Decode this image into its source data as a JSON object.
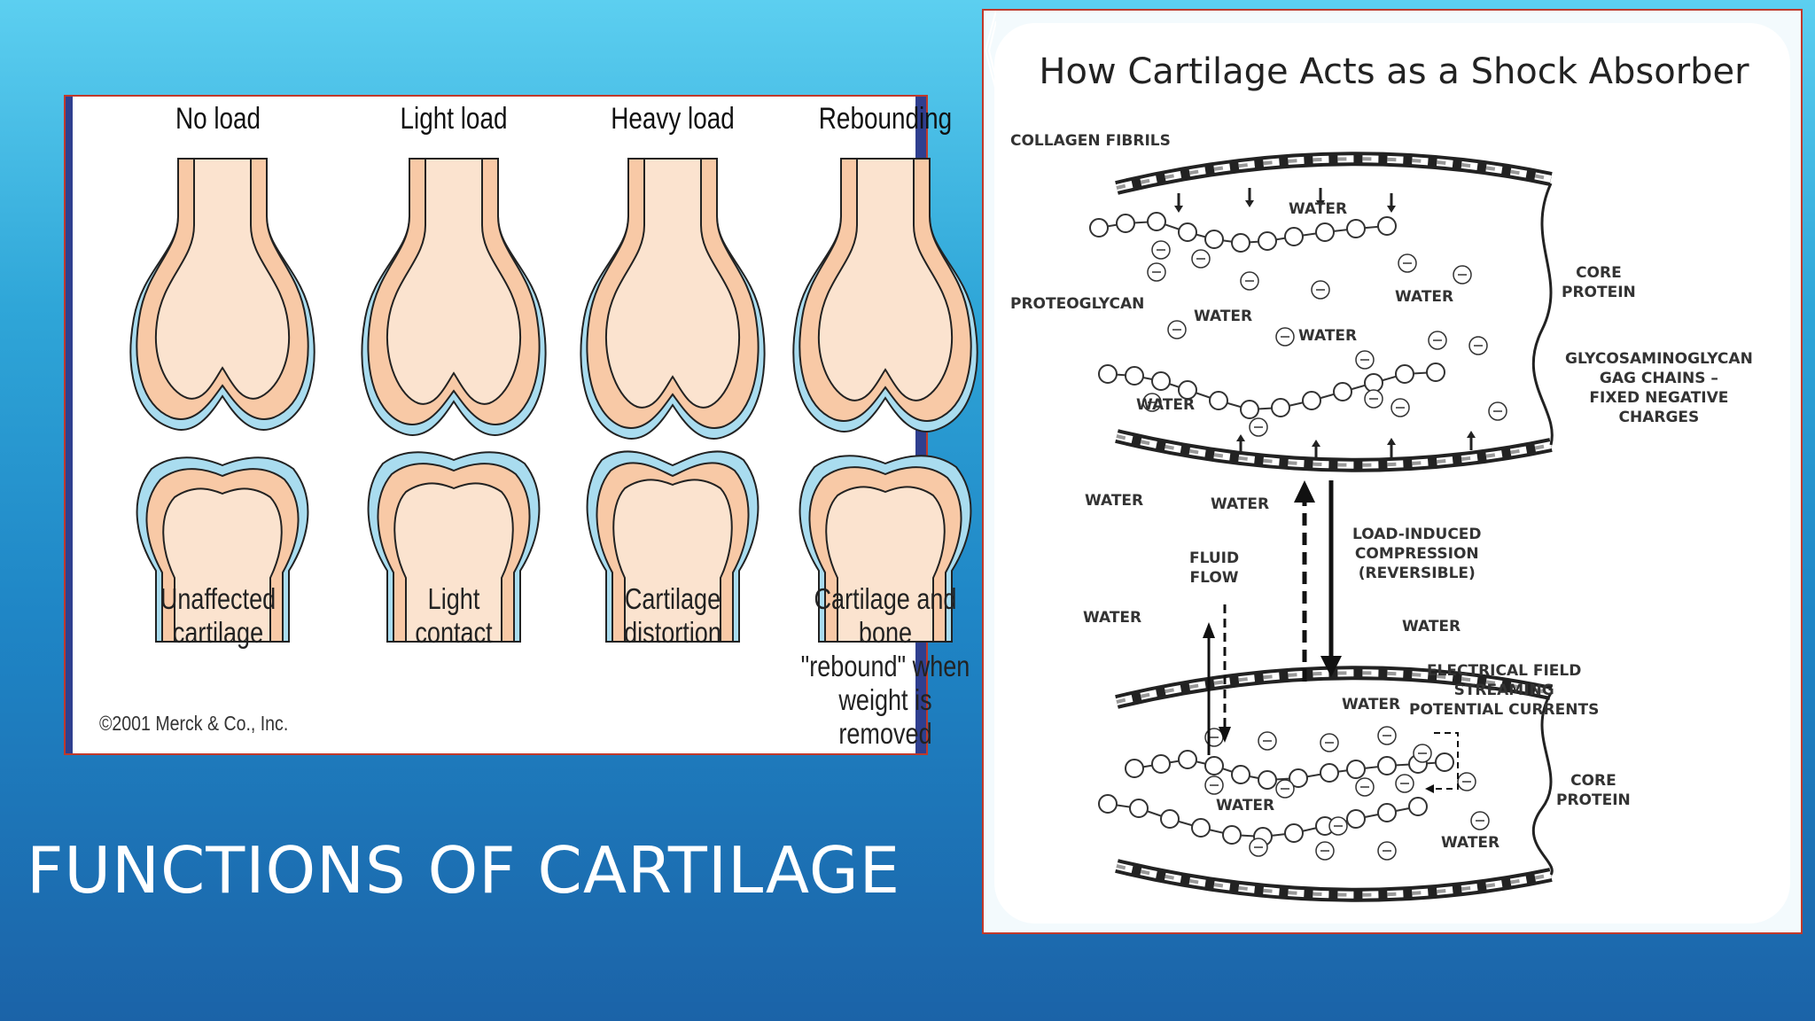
{
  "slide": {
    "title": "FUNCTIONS OF CARTILAGE"
  },
  "left_figure": {
    "stages": [
      {
        "label": "No load",
        "caption": "Unaffected\ncartilage"
      },
      {
        "label": "Light load",
        "caption": "Light\ncontact"
      },
      {
        "label": "Heavy load",
        "caption": "Cartilage\ndistortion"
      },
      {
        "label": "Rebounding",
        "caption": "Cartilage and\nbone\n\"rebound\" when\nweight is\nremoved"
      }
    ],
    "copyright": "©2001 Merck & Co., Inc.",
    "colors": {
      "bone": "#f8c9a6",
      "marrow": "#fbe3cf",
      "cartilage": "#a9dcef",
      "outline": "#222222"
    }
  },
  "right_figure": {
    "title": "How Cartilage Acts as a Shock Absorber",
    "labels": {
      "collagen_fibrils": "COLLAGEN FIBRILS",
      "proteoglycan": "PROTEOGLYCAN",
      "core_protein_top": "CORE\nPROTEIN",
      "gag_chains": "GLYCOSAMINOGLYCAN\nGAG CHAINS –\nFIXED NEGATIVE\nCHARGES",
      "fluid_flow": "FLUID\nFLOW",
      "load_compression": "LOAD-INDUCED\nCOMPRESSION\n(REVERSIBLE)",
      "electrical_field": "ELECTRICAL FIELD\nSTREAMING\nPOTENTIAL CURRENTS",
      "core_protein_bottom": "CORE\nPROTEIN",
      "water": "WATER"
    }
  }
}
